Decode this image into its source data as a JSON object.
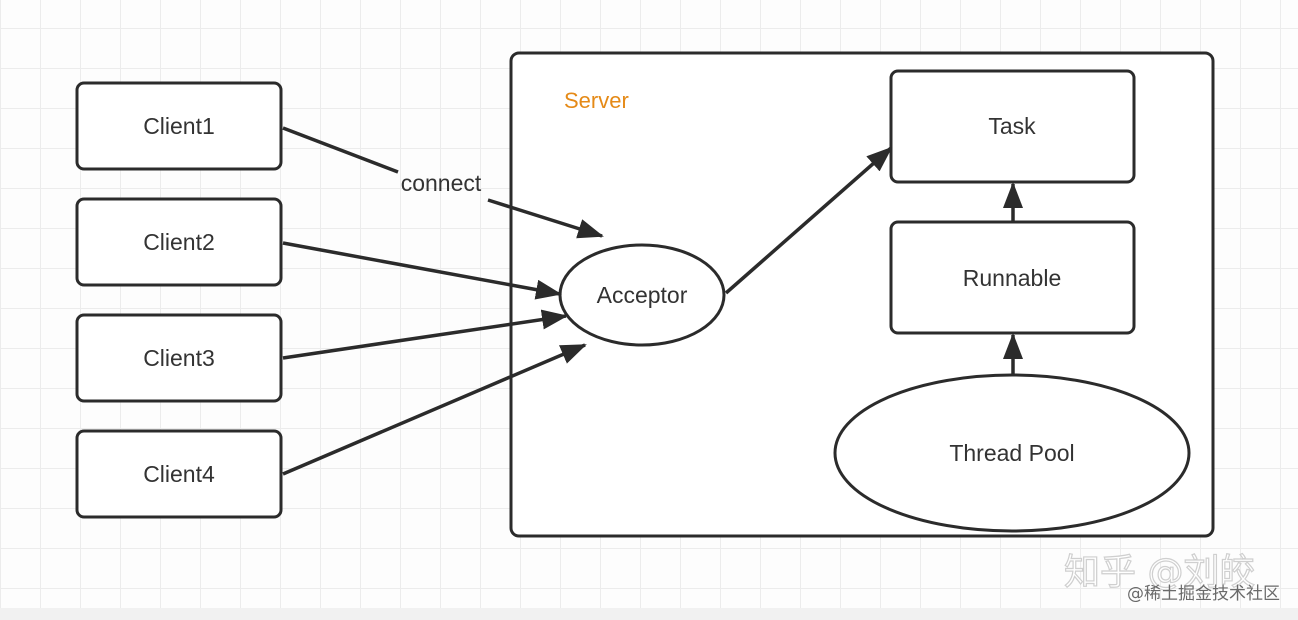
{
  "diagram": {
    "server_label": "Server",
    "clients": [
      "Client1",
      "Client2",
      "Client3",
      "Client4"
    ],
    "edge_label": "connect",
    "acceptor": "Acceptor",
    "task": "Task",
    "runnable": "Runnable",
    "thread_pool": "Thread Pool"
  },
  "watermark": {
    "zhihu": "知乎 @刘皎",
    "source": "@稀土掘金技术社区"
  },
  "colors": {
    "server_label": "#e58a17",
    "stroke": "#2b2b2b"
  }
}
